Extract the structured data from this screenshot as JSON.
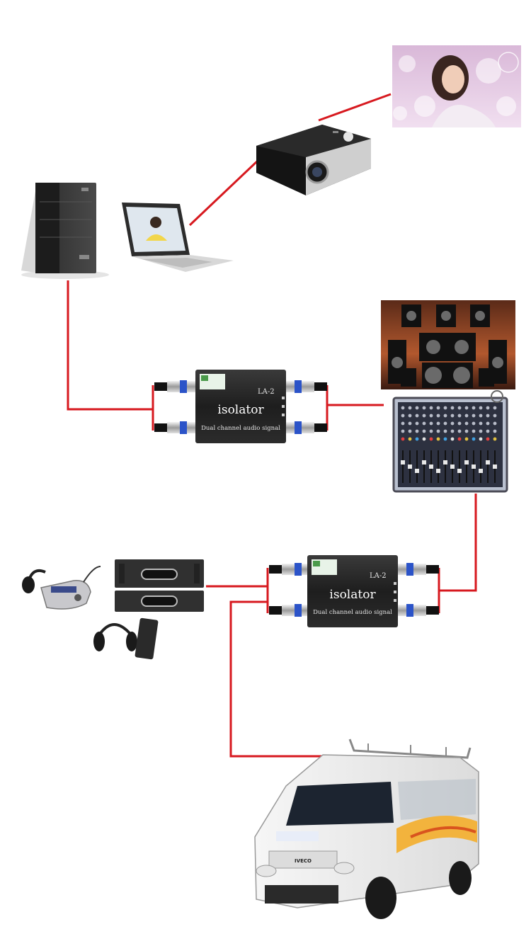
{
  "isolator_1": {
    "model": "LA-2",
    "name": "isolator",
    "subtitle": "Dual channel audio signal"
  },
  "isolator_2": {
    "model": "LA-2",
    "name": "isolator",
    "subtitle": "Dual channel audio signal"
  },
  "van": {
    "brand": "IVECO"
  },
  "colors": {
    "cable": "#d7191f",
    "isolator_body": "#1f1f1f",
    "connector_ring": "#2b53c8"
  }
}
